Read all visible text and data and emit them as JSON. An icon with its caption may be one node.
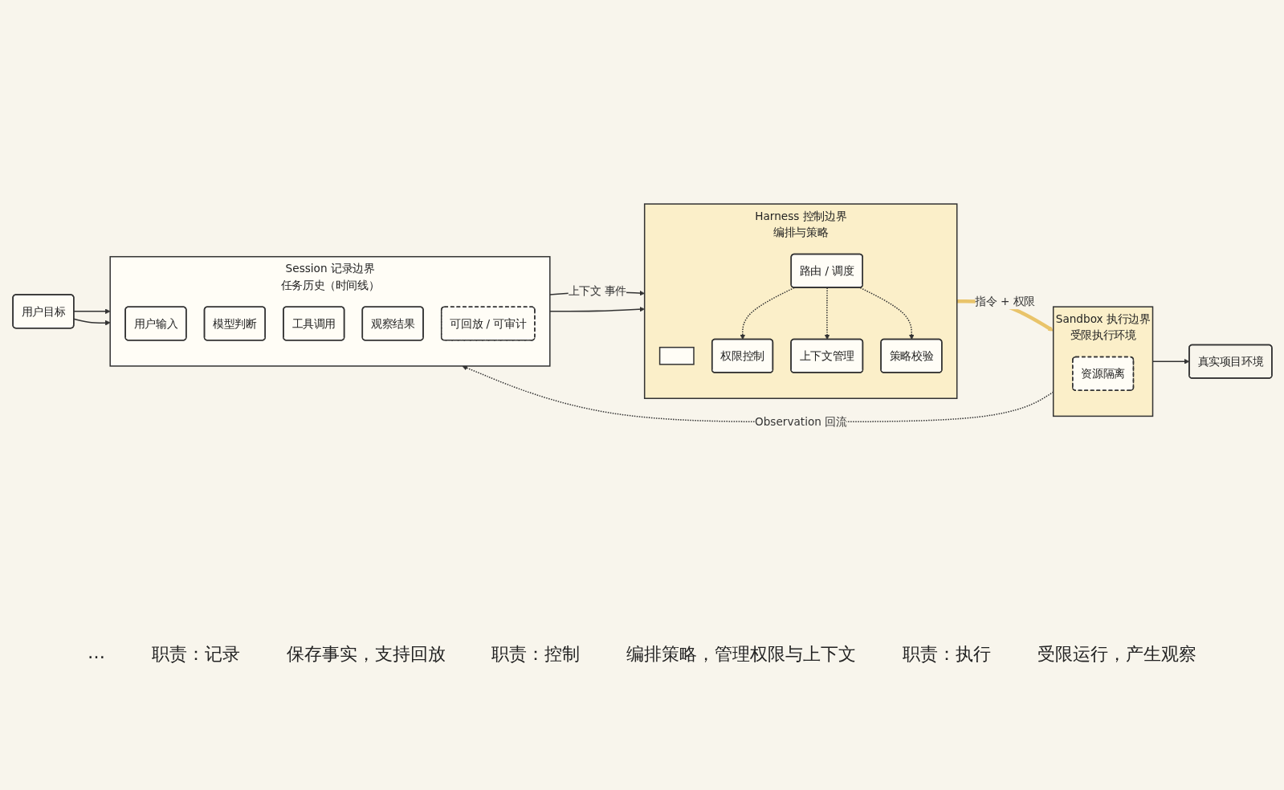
{
  "diagram": {
    "nodes": [
      {
        "text": [
          "用户目标"
        ]
      },
      {
        "text": [
          "Session 记录边界",
          "任务历史（时间线）"
        ]
      },
      {
        "text": [
          "用户输入"
        ],
        "in": 1
      },
      {
        "text": [
          "模型判断"
        ],
        "in": 1
      },
      {
        "text": [
          "工具调用"
        ],
        "in": 1
      },
      {
        "text": [
          "观察结果"
        ],
        "in": 1
      },
      {
        "text": [
          "可回放 / 可审计"
        ],
        "in": 1
      },
      {
        "text": [
          "Harness 控制边界",
          "编排与策略"
        ]
      },
      {
        "text": [],
        "shape": "box",
        "in": 7
      },
      {
        "text": [
          "路由 / 调度"
        ],
        "in": 7
      },
      {
        "text": [
          "权限控制"
        ],
        "in": 7
      },
      {
        "text": [
          "上下文管理"
        ],
        "in": 7
      },
      {
        "text": [
          "策略校验"
        ],
        "in": 7
      },
      {
        "text": [
          "Sandbox 执行边界",
          "受限执行环境"
        ]
      },
      {
        "text": [
          "资源隔离"
        ],
        "in": 13
      },
      {
        "text": [
          "真实项目环境"
        ]
      }
    ],
    "edges": [
      {
        "from": 0,
        "to": 1,
        "arrow": "to"
      },
      {
        "from": 0,
        "to": 1,
        "arrow": "to"
      },
      {
        "from": 1,
        "to": 7,
        "arrow": "to",
        "label": "上下文 事件"
      },
      {
        "from": 1,
        "to": 7,
        "arrow": "to"
      },
      {
        "from": 7,
        "to": 13,
        "arrow": "to",
        "label": "指令 + 权限",
        "style": "thick",
        "color": "#e9c46a"
      },
      {
        "from": 13,
        "to": 15,
        "arrow": "to"
      },
      {
        "from": 13,
        "to": 1,
        "arrow": "to",
        "label": "Observation 回流",
        "style": "dashed"
      },
      {
        "from": 9,
        "to": 10,
        "arrow": "to",
        "style": "dashed"
      },
      {
        "from": 9,
        "to": 11,
        "arrow": "to",
        "style": "dashed"
      },
      {
        "from": 9,
        "to": 12,
        "arrow": "to",
        "style": "dashed"
      }
    ],
    "labels": [
      "…",
      "职责：记录",
      "保存事实，支持回放",
      "职责：控制",
      "编排策略，管理权限与上下文",
      "职责：执行",
      "受限运行，产生观察"
    ]
  }
}
